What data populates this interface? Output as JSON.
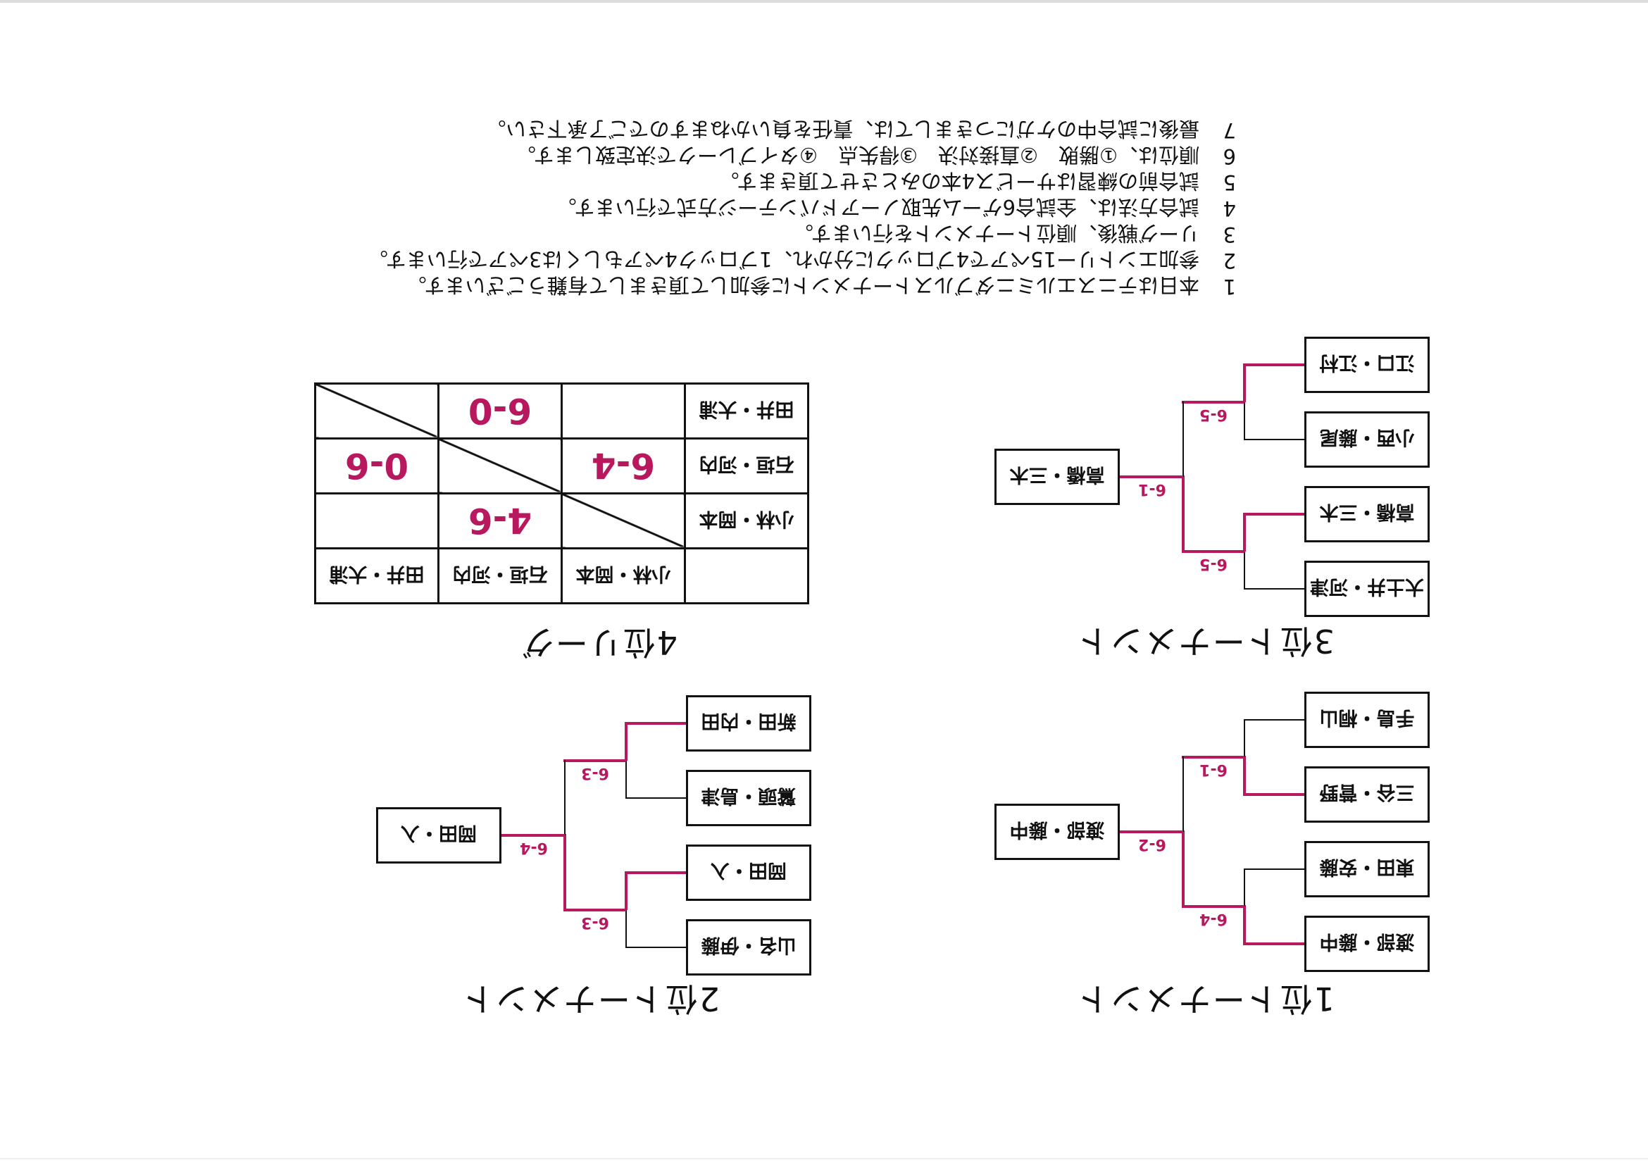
{
  "brackets": [
    {
      "id": "first",
      "title": "1位トーナメント",
      "entrants": [
        "渡部・藤中",
        "東田・安藤",
        "三谷・菅野",
        "手島・桐山"
      ],
      "pairs": [
        {
          "winner": 0,
          "score": "6-4"
        },
        {
          "winner": 0,
          "score": "6-1"
        }
      ],
      "final": {
        "winner_pair": 0,
        "score": "6-2",
        "champion": "渡部・藤中"
      }
    },
    {
      "id": "third",
      "title": "3位トーナメント",
      "entrants": [
        "大土井・河津",
        "高橋・三木",
        "小西・藤尾",
        "江口・江村"
      ],
      "pairs": [
        {
          "winner": 1,
          "score": "6-5"
        },
        {
          "winner": 1,
          "score": "6-5"
        }
      ],
      "final": {
        "winner_pair": 0,
        "score": "6-1",
        "champion": "高橋・三木"
      }
    },
    {
      "id": "second",
      "title": "2位トーナメント",
      "entrants": [
        "山名・伊藤",
        "岡田・入",
        "鷲頭・島津",
        "新田・内田"
      ],
      "pairs": [
        {
          "winner": 1,
          "score": "6-3"
        },
        {
          "winner": 1,
          "score": "6-3"
        }
      ],
      "final": {
        "winner_pair": 0,
        "score": "6-4",
        "champion": "岡田・入"
      }
    }
  ],
  "league": {
    "title": "4位リーグ",
    "teams": [
      "小林・岡本",
      "石垣・河内",
      "田井・大浦"
    ],
    "results": [
      [
        null,
        "4-6",
        ""
      ],
      [
        "6-4",
        null,
        "0-6"
      ],
      [
        "",
        "6-0",
        null
      ]
    ]
  },
  "notes": [
    {
      "num": "1",
      "text": "本日はテニスエルミニダブルストーナメントに参加して頂きまして有難うございます。"
    },
    {
      "num": "2",
      "text": "参加エントリー15ペアで4ブロックに分かれ、1ブロック4ペアもしくは3ペアで行います。"
    },
    {
      "num": "3",
      "text": "リーグ戦後、順位トーナメントを行います。"
    },
    {
      "num": "4",
      "text": "試合方法は、全試合6ゲーム先取ノーアドバンテージ方式で行います。"
    },
    {
      "num": "5",
      "text": "試合前の練習はサービス4本のみとさせて頂きます。"
    },
    {
      "num": "6",
      "text": "順位は、①勝敗　②直接対決　③得失点　④タイブレークで決定致します。"
    },
    {
      "num": "7",
      "text": "最後に試合中のケガにつきましては、責任を負いかねますのでご了承下さい。"
    }
  ],
  "colors": {
    "accent": "#b8195e",
    "line": "#111111"
  }
}
